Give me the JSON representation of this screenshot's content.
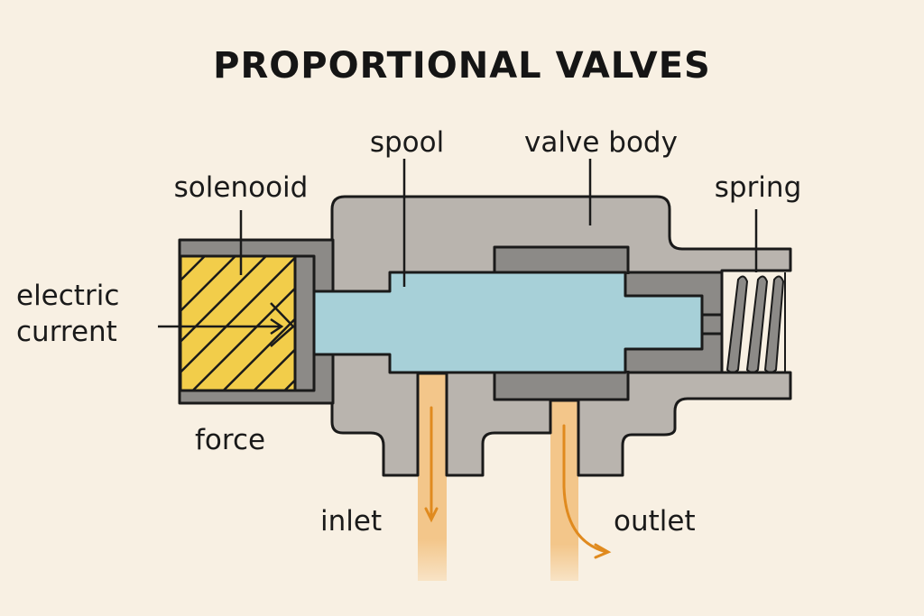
{
  "title": "PROPORTIONAL VALVES",
  "labels": {
    "spool": "spool",
    "valve_body": "valve body",
    "solenoid": "solenooid",
    "spring": "spring",
    "electric_current_line1": "electric",
    "electric_current_line2": "current",
    "force": "force",
    "inlet": "inlet",
    "outlet": "outlet"
  },
  "colors": {
    "background": "#f8f0e3",
    "body": "#b9b4ae",
    "sleeve": "#8c8a87",
    "spool": "#a7d0d8",
    "solenoid": "#f2cd4a",
    "fluid": "#f3c68a",
    "flow_arrow": "#e08a1e"
  }
}
